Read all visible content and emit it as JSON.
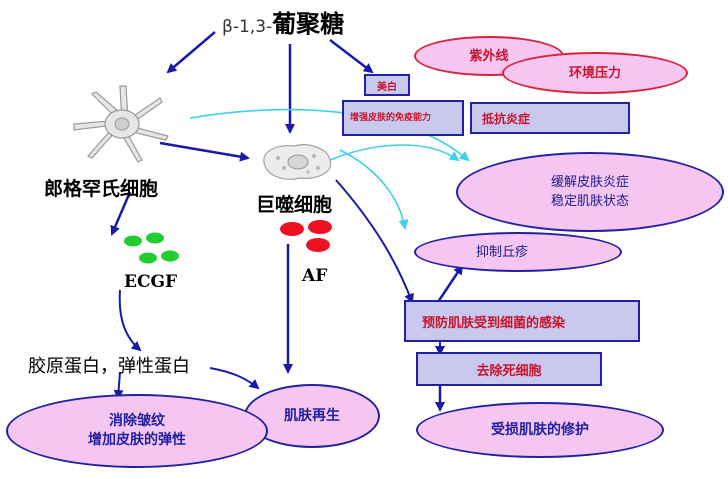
{
  "diagram": {
    "top_label": {
      "prefix": "β-1,3-",
      "main": "葡聚糖"
    },
    "cells": {
      "langerhans": "郎格罕氏细胞",
      "macrophage": "巨噬细胞"
    },
    "factors": {
      "ecgf": "ECGF",
      "af": "AF"
    },
    "collagen_text": "胶原蛋白，弹性蛋白",
    "stressors": [
      "紫外线",
      "环境压力"
    ],
    "boxes": {
      "whitening": "美白",
      "immunity": "增强皮肤的免疫能力",
      "anti_inflammation": "抵抗炎症",
      "prevent_infection": "预防肌肤受到细菌的感染",
      "remove_dead_cells": "去除死细胞"
    },
    "outcomes": {
      "soothe": [
        "缓解皮肤炎症",
        "稳定肌肤状态"
      ],
      "suppress_rash": "抑制丘疹",
      "skin_regeneration": "肌肤再生",
      "wrinkles": [
        "消除皱纹",
        "增加皮肤的弹性"
      ],
      "repair": "受损肌肤的修护"
    },
    "colors": {
      "arrow_blue": "#1a1aa8",
      "arrow_cyan": "#3fd0e8",
      "ellipse_fill": "#f6c6f2",
      "box_fill": "#c9c9f0",
      "red_text": "#c8142a",
      "green_dots": "#22cc33",
      "red_dots": "#ee1122"
    }
  }
}
